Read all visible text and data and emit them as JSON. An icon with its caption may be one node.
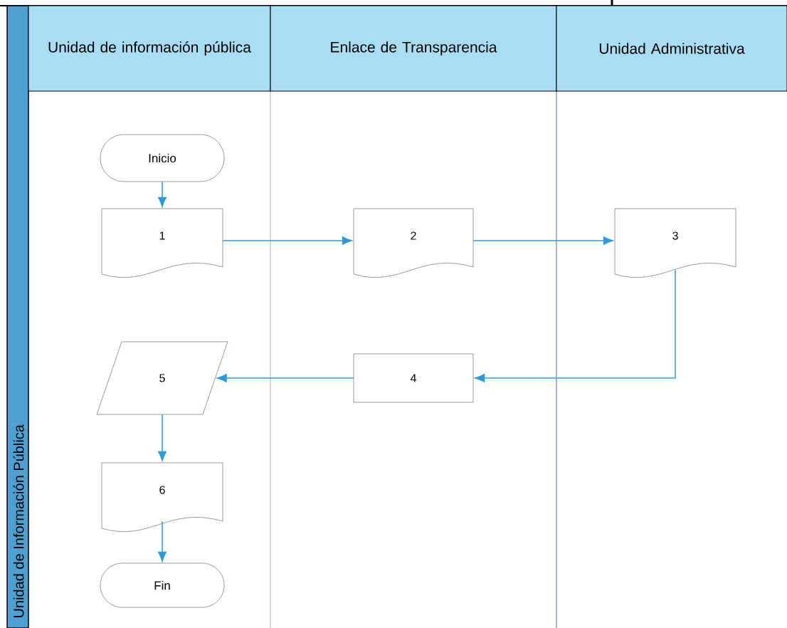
{
  "diagram": {
    "nodes": [
      {
        "text": [
          "Unidad de Información Pública"
        ]
      },
      {
        "text": [
          "Unidad de información pública"
        ]
      },
      {
        "text": [
          "Enlace de Transparencia"
        ]
      },
      {
        "text": [
          "Unidad Administrativa"
        ]
      },
      {
        "text": [
          "Inicio"
        ]
      },
      {
        "text": [
          "1"
        ]
      },
      {
        "text": [
          "2"
        ]
      },
      {
        "text": [
          "3"
        ]
      },
      {
        "text": [
          "5"
        ]
      },
      {
        "text": [
          "4"
        ]
      },
      {
        "text": [
          "6"
        ]
      },
      {
        "text": [
          "Fin"
        ]
      }
    ],
    "edges": [
      {
        "from": 4,
        "to": 5,
        "arrow": "to"
      },
      {
        "from": 5,
        "to": 6,
        "arrow": "to"
      },
      {
        "from": 6,
        "to": 7,
        "arrow": "to"
      },
      {
        "from": 7,
        "to": 9,
        "arrow": "to"
      },
      {
        "from": 9,
        "to": 8,
        "arrow": "to"
      },
      {
        "from": 8,
        "to": 10,
        "arrow": "to"
      },
      {
        "from": 10,
        "to": 11,
        "arrow": "to"
      }
    ]
  }
}
